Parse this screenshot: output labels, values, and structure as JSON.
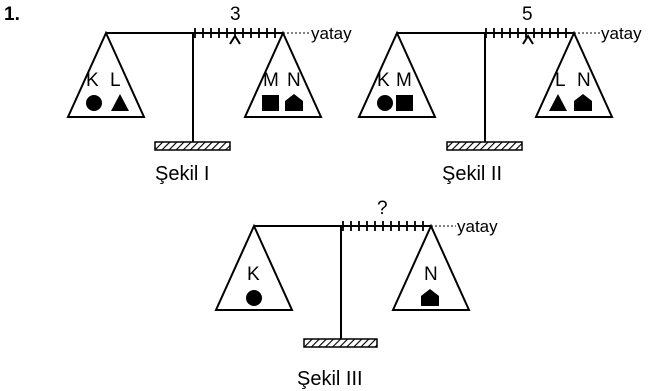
{
  "question_number": "1.",
  "horizontal_label": "yatay",
  "scales": [
    {
      "caption": "Şekil I",
      "mark": "3",
      "left_labels": [
        "K",
        "L"
      ],
      "left_shapes": [
        "circle",
        "triangle"
      ],
      "right_labels": [
        "M",
        "N"
      ],
      "right_shapes": [
        "square",
        "pentagon"
      ]
    },
    {
      "caption": "Şekil II",
      "mark": "5",
      "left_labels": [
        "K",
        "M"
      ],
      "left_shapes": [
        "circle",
        "square"
      ],
      "right_labels": [
        "L",
        "N"
      ],
      "right_shapes": [
        "triangle",
        "pentagon"
      ]
    },
    {
      "caption": "Şekil III",
      "mark": "?",
      "left_labels": [
        "K"
      ],
      "left_shapes": [
        "circle"
      ],
      "right_labels": [
        "N"
      ],
      "right_shapes": [
        "pentagon"
      ]
    }
  ]
}
